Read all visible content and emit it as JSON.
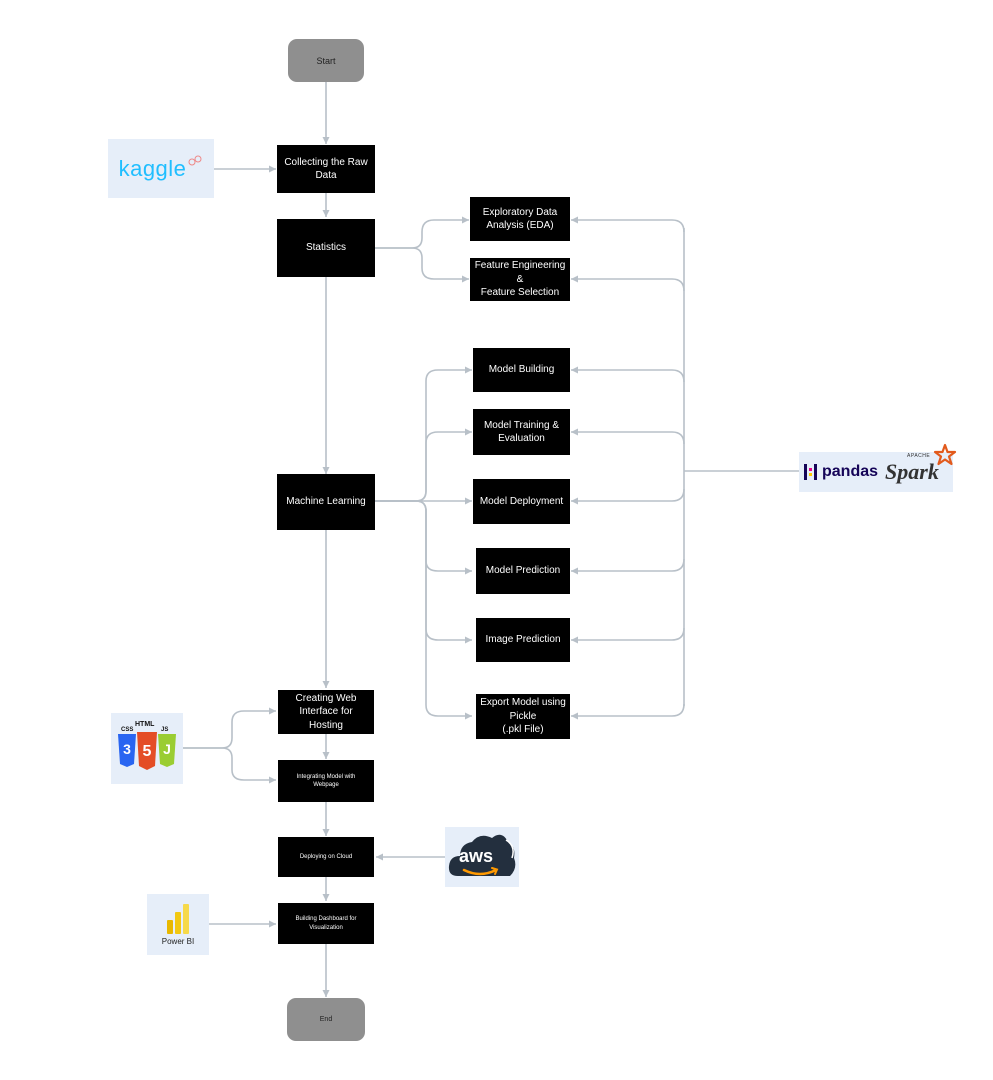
{
  "start": "Start",
  "end": "End",
  "nodes": {
    "collect": "Collecting the Raw\nData",
    "statistics": "Statistics",
    "eda": "Exploratory Data\nAnalysis (EDA)",
    "feature": "Feature Engineering\n&\nFeature Selection",
    "ml": "Machine Learning",
    "model_building": "Model Building",
    "model_training": "Model Training &\nEvaluation",
    "model_deployment": "Model Deployment",
    "model_prediction": "Model Prediction",
    "image_prediction": "Image Prediction",
    "export_model": "Export Model using\nPickle\n(.pkl File)",
    "web_interface": "Creating Web\nInterface for\nHosting",
    "integrating": "Integrating Model with\nWebpage",
    "cloud": "Deploying on Cloud",
    "dashboard": "Building Dashboard for\nVisualization"
  },
  "logos": {
    "kaggle": "kaggle",
    "pandas": "pandas",
    "spark": "Spark",
    "spark_apache": "APACHE",
    "web_css": "CSS",
    "web_html": "HTML",
    "web_js": "JS",
    "aws": "aws",
    "powerbi": "Power BI"
  },
  "colors": {
    "node_bg": "#000000",
    "terminal_bg": "#8f8f8f",
    "connector": "#b8c0c8",
    "logo_bg": "#e6eef9",
    "kaggle_blue": "#20beff",
    "aws_navy": "#232f3e",
    "aws_orange": "#ff9900",
    "spark_orange": "#e25a1c",
    "powerbi_yellow": "#f2c811"
  }
}
